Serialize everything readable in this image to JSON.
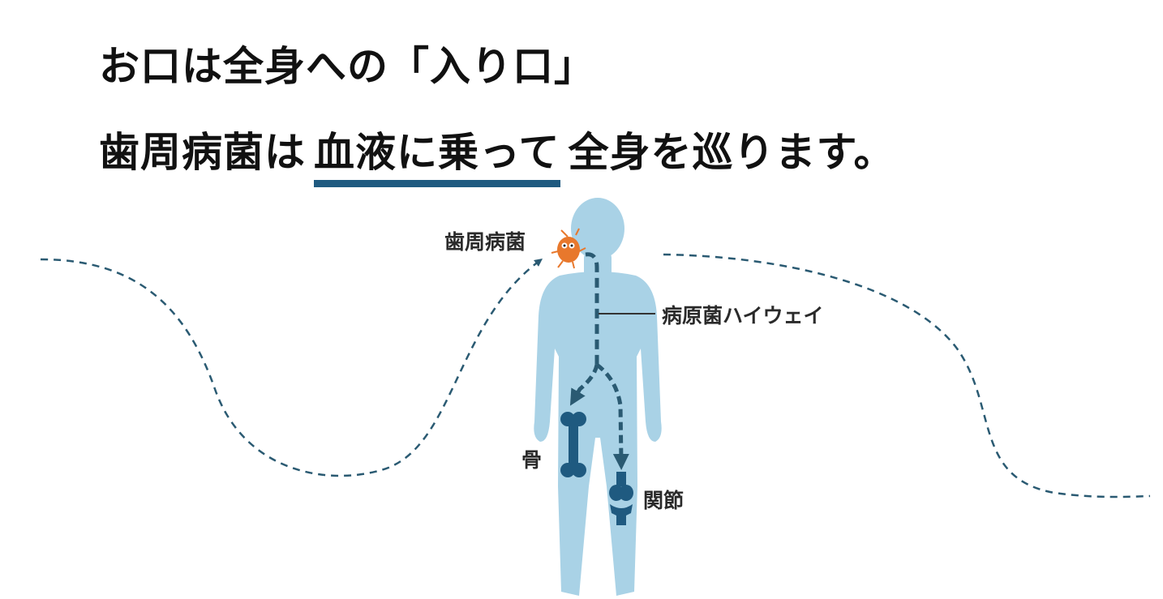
{
  "title": {
    "line1": "お口は全身への「入り口」",
    "line2_before": "歯周病菌は",
    "line2_highlight": "血液に乗って",
    "line2_after": "全身を巡ります。"
  },
  "labels": {
    "bacteria": "歯周病菌",
    "highway": "病原菌ハイウェイ",
    "bone": "骨",
    "joint": "関節"
  },
  "colors": {
    "accent": "#1f5a80",
    "body": "#a9d2e6",
    "path": "#2a5a72",
    "bacteria": "#e8782c"
  }
}
